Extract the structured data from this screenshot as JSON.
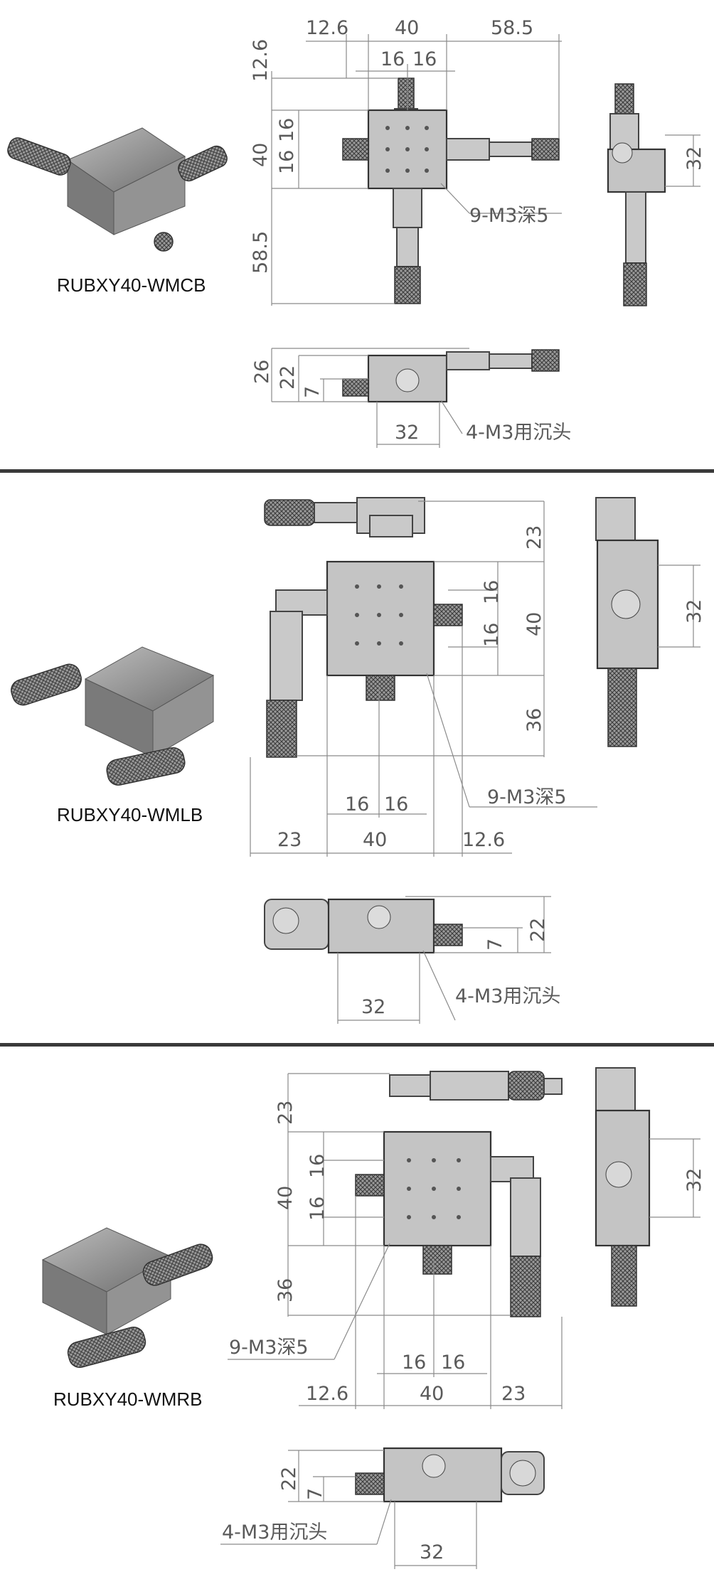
{
  "models": [
    {
      "name": "RUBXY40-WMCB",
      "dims": {
        "left": "12.6",
        "center": "40",
        "right": "58.5",
        "half_a": "16",
        "half_b": "16",
        "top": "12.6",
        "mid": "40",
        "v16a": "16",
        "v16b": "16",
        "bottom": "58.5",
        "side_h": "32",
        "front_h1": "26",
        "front_h2": "22",
        "front_h3": "7",
        "front_w": "32"
      },
      "callouts": {
        "top_holes": "9-M3深5",
        "bottom_holes": "4-M3用沉头"
      }
    },
    {
      "name": "RUBXY40-WMLB",
      "dims": {
        "left": "23",
        "center": "40",
        "right": "12.6",
        "half_a": "16",
        "half_b": "16",
        "top": "23",
        "mid": "40",
        "v16a": "16",
        "v16b": "16",
        "bottom": "36",
        "side_h": "32",
        "front_h2": "22",
        "front_h3": "7",
        "front_w": "32"
      },
      "callouts": {
        "top_holes": "9-M3深5",
        "bottom_holes": "4-M3用沉头"
      }
    },
    {
      "name": "RUBXY40-WMRB",
      "dims": {
        "left": "12.6",
        "center": "40",
        "right": "23",
        "half_a": "16",
        "half_b": "16",
        "top": "23",
        "mid": "40",
        "v16a": "16",
        "v16b": "16",
        "bottom": "36",
        "side_h": "32",
        "front_h2": "22",
        "front_h3": "7",
        "front_w": "32"
      },
      "callouts": {
        "top_holes": "9-M3深5",
        "bottom_holes": "4-M3用沉头"
      }
    }
  ],
  "colors": {
    "line": "#8a8a8a",
    "text": "#5a5a5a",
    "metal": "#c4c4c4",
    "separator": "#3a3a3a"
  }
}
